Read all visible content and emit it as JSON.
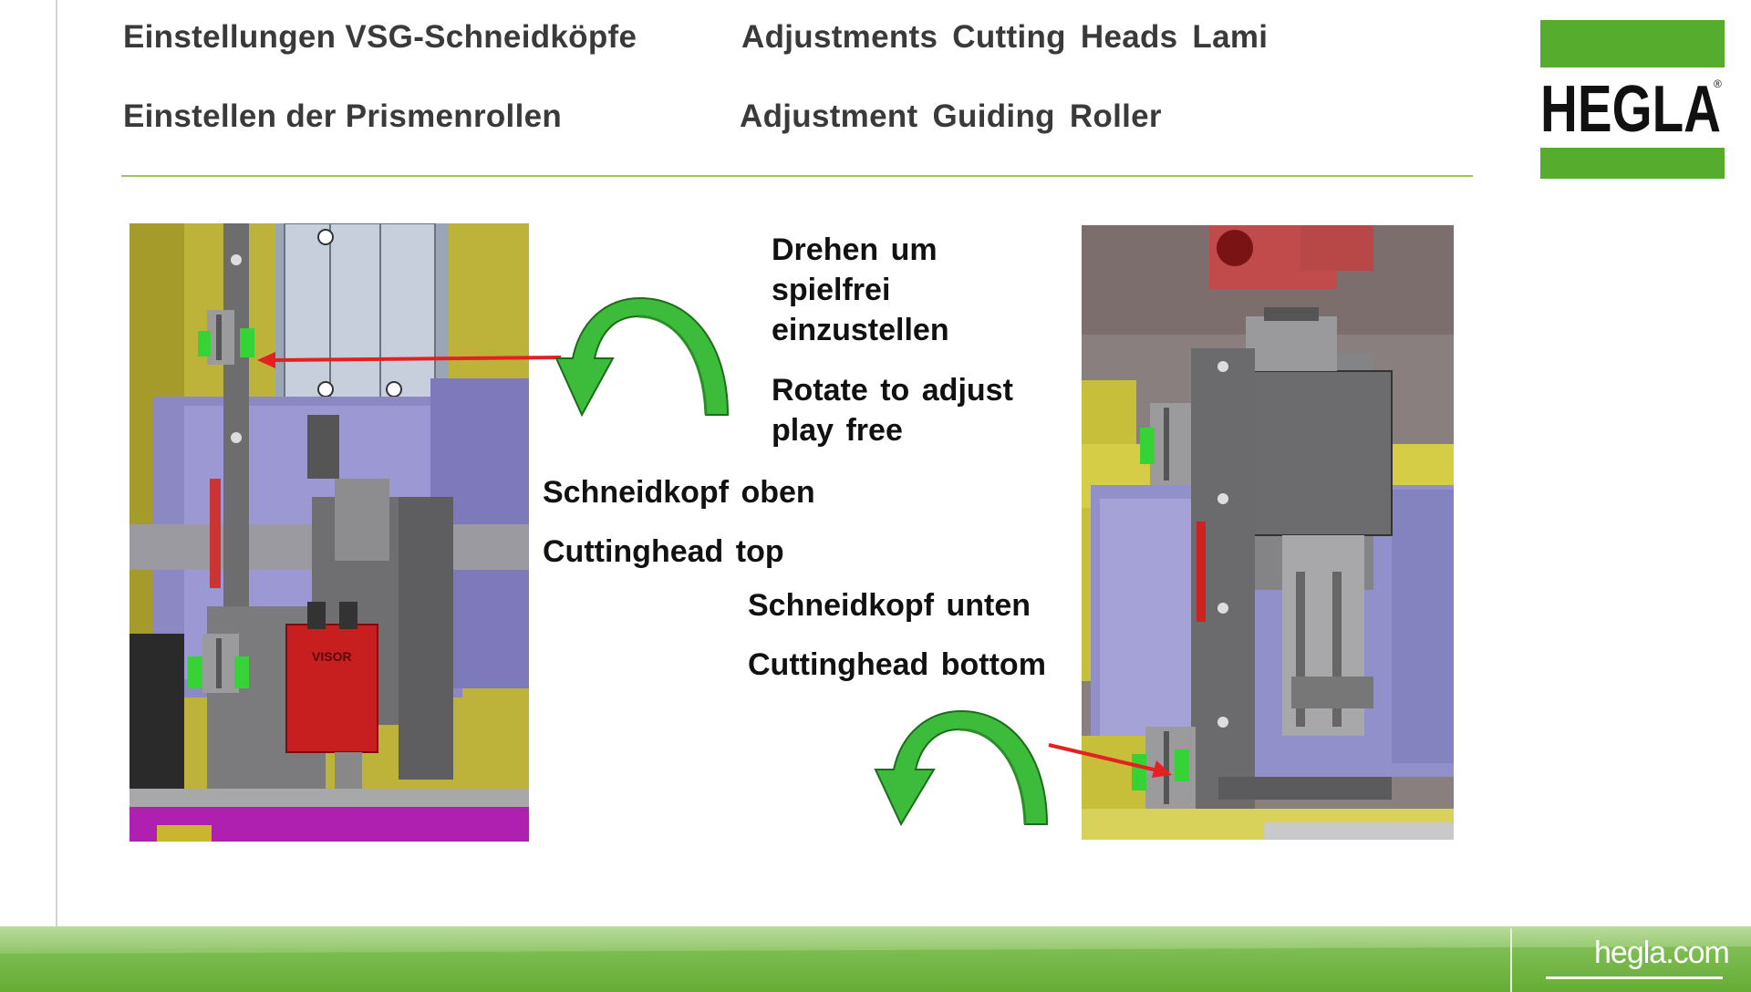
{
  "header": {
    "title_de": "Einstellungen VSG-Schneidköpfe",
    "title_en": "Adjustments Cutting Heads Lami",
    "subtitle_de": "Einstellen der Prismenrollen",
    "subtitle_en": "Adjustment Guiding Roller"
  },
  "logo": {
    "text": "HEGLA",
    "registered": "®"
  },
  "labels": {
    "rotate_de_1": "Drehen um",
    "rotate_de_2": "spielfrei",
    "rotate_de_3": "einzustellen",
    "rotate_en_1": "Rotate to adjust",
    "rotate_en_2": "play free",
    "head_top_de": "Schneidkopf oben",
    "head_top_en": "Cuttinghead top",
    "head_bottom_de": "Schneidkopf unten",
    "head_bottom_en": "Cuttinghead bottom"
  },
  "images": {
    "left_device_label": "VISOR"
  },
  "footer": {
    "url": "hegla.com"
  },
  "colors": {
    "brand_green": "#56ac2c",
    "arrow_green": "#3dbb3a",
    "pointer_red": "#e52020"
  }
}
